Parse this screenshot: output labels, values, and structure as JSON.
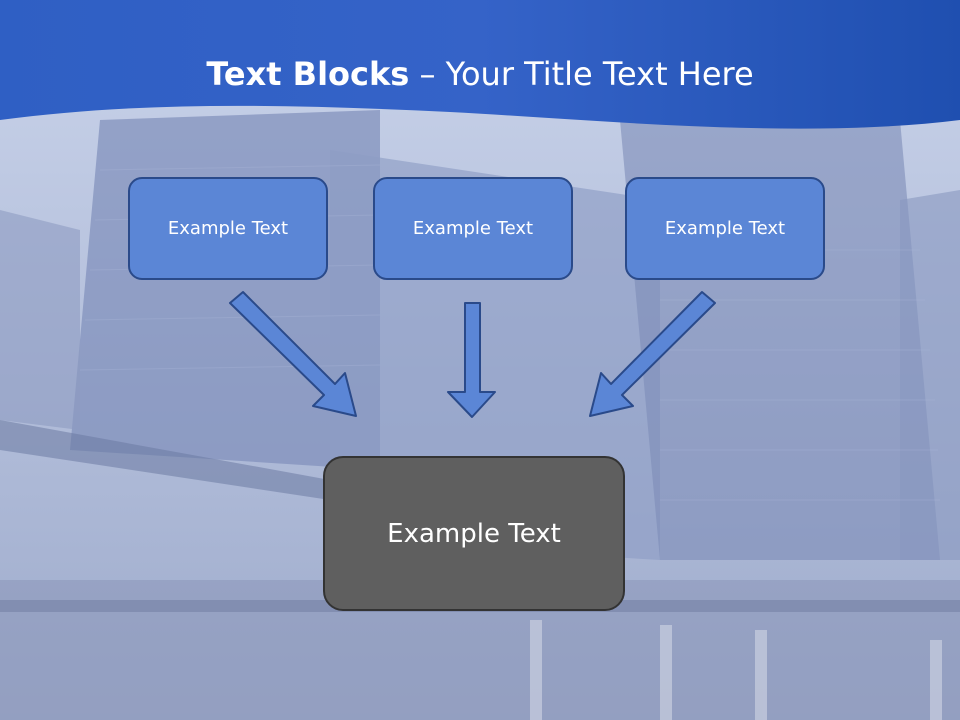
{
  "slide": {
    "title_bold": "Text Blocks",
    "title_dash": " – ",
    "title_rest": "Your Title Text Here"
  },
  "boxes": {
    "left": "Example Text",
    "center": "Example Text",
    "right": "Example Text",
    "bottom": "Example Text"
  },
  "colors": {
    "header_blue": "#2f5fc4",
    "box_blue": "#5b86d6",
    "box_border": "#2a4a8a",
    "bottom_box": "#5f5f5f",
    "arrow_fill": "#5b86d6"
  }
}
